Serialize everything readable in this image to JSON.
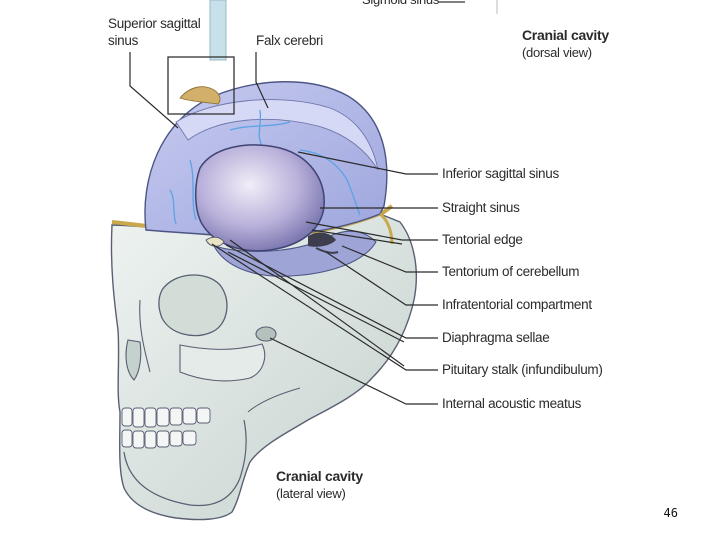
{
  "labels": {
    "sigmoid_sinus": "Sigmoid sinus",
    "superior_sagittal_line1": "Superior sagittal",
    "superior_sagittal_line2": "sinus",
    "falx_cerebri": "Falx cerebri",
    "inferior_sagittal_sinus": "Inferior sagittal sinus",
    "straight_sinus": "Straight sinus",
    "tentorial_edge": "Tentorial edge",
    "tentorium_of_cerebellum": "Tentorium of cerebellum",
    "infratentorial_compartment": "Infratentorial  compartment",
    "diaphragma_sellae": "Diaphragma sellae",
    "pituitary_stalk": "Pituitary stalk (infundibulum)",
    "internal_acoustic_meatus": "Internal acoustic meatus"
  },
  "views": {
    "dorsal_title": "Cranial cavity",
    "dorsal_subtitle": "(dorsal view)",
    "lateral_title": "Cranial cavity",
    "lateral_subtitle": "(lateral view)"
  },
  "page_number": "46",
  "colors": {
    "skull": "#dfe8e4",
    "skull_shadow": "#b9c7c1",
    "dura": "#b9bde6",
    "brain_cavity": "#9c97c8",
    "suture": "#c9a84e",
    "outline": "#5a5f72",
    "vessel_blue": "#5aa3e6"
  }
}
